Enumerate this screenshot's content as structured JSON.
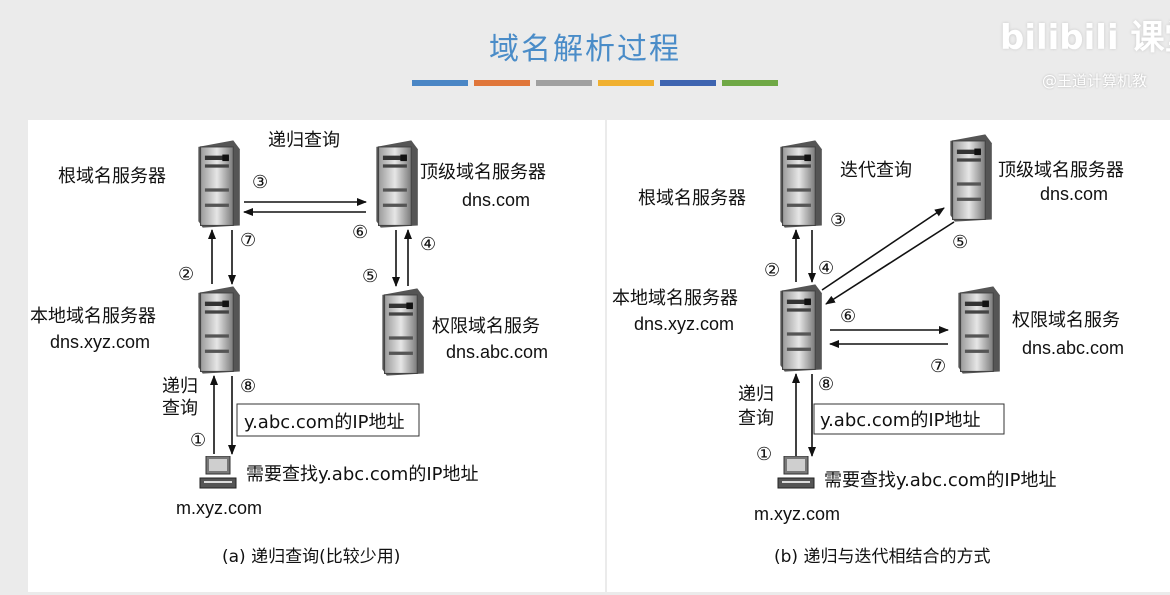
{
  "slide": {
    "title": "域名解析过程",
    "color_bars": [
      "#4a86c5",
      "#e0763a",
      "#a0a0a0",
      "#f0b030",
      "#3e64b0",
      "#6fa845"
    ]
  },
  "watermark": {
    "logo": "bilibili 课堂",
    "sub": "@王道计算机教"
  },
  "left": {
    "caption": "(a) 递归查询(比较少用)",
    "query_label": "递归查询",
    "root": "根域名服务器",
    "tld": "顶级域名服务器",
    "tld_domain": "dns.com",
    "local": "本地域名服务器",
    "local_domain": "dns.xyz.com",
    "auth": "权限域名服务",
    "auth_domain": "dns.abc.com",
    "client_query_line1": "递归",
    "client_query_line2": "查询",
    "answer_box": "y.abc.com的IP地址",
    "client_need": "需要查找y.abc.com的IP地址",
    "client_domain": "m.xyz.com",
    "steps": [
      "①",
      "②",
      "③",
      "④",
      "⑤",
      "⑥",
      "⑦",
      "⑧"
    ]
  },
  "right": {
    "caption": "(b) 递归与迭代相结合的方式",
    "query_label": "迭代查询",
    "root": "根域名服务器",
    "tld": "顶级域名服务器",
    "tld_domain": "dns.com",
    "local": "本地域名服务器",
    "local_domain": "dns.xyz.com",
    "auth": "权限域名服务",
    "auth_domain": "dns.abc.com",
    "client_query_line1": "递归",
    "client_query_line2": "查询",
    "answer_box": "y.abc.com的IP地址",
    "client_need": "需要查找y.abc.com的IP地址",
    "client_domain": "m.xyz.com",
    "steps": [
      "①",
      "②",
      "③",
      "④",
      "⑤",
      "⑥",
      "⑦",
      "⑧"
    ]
  }
}
